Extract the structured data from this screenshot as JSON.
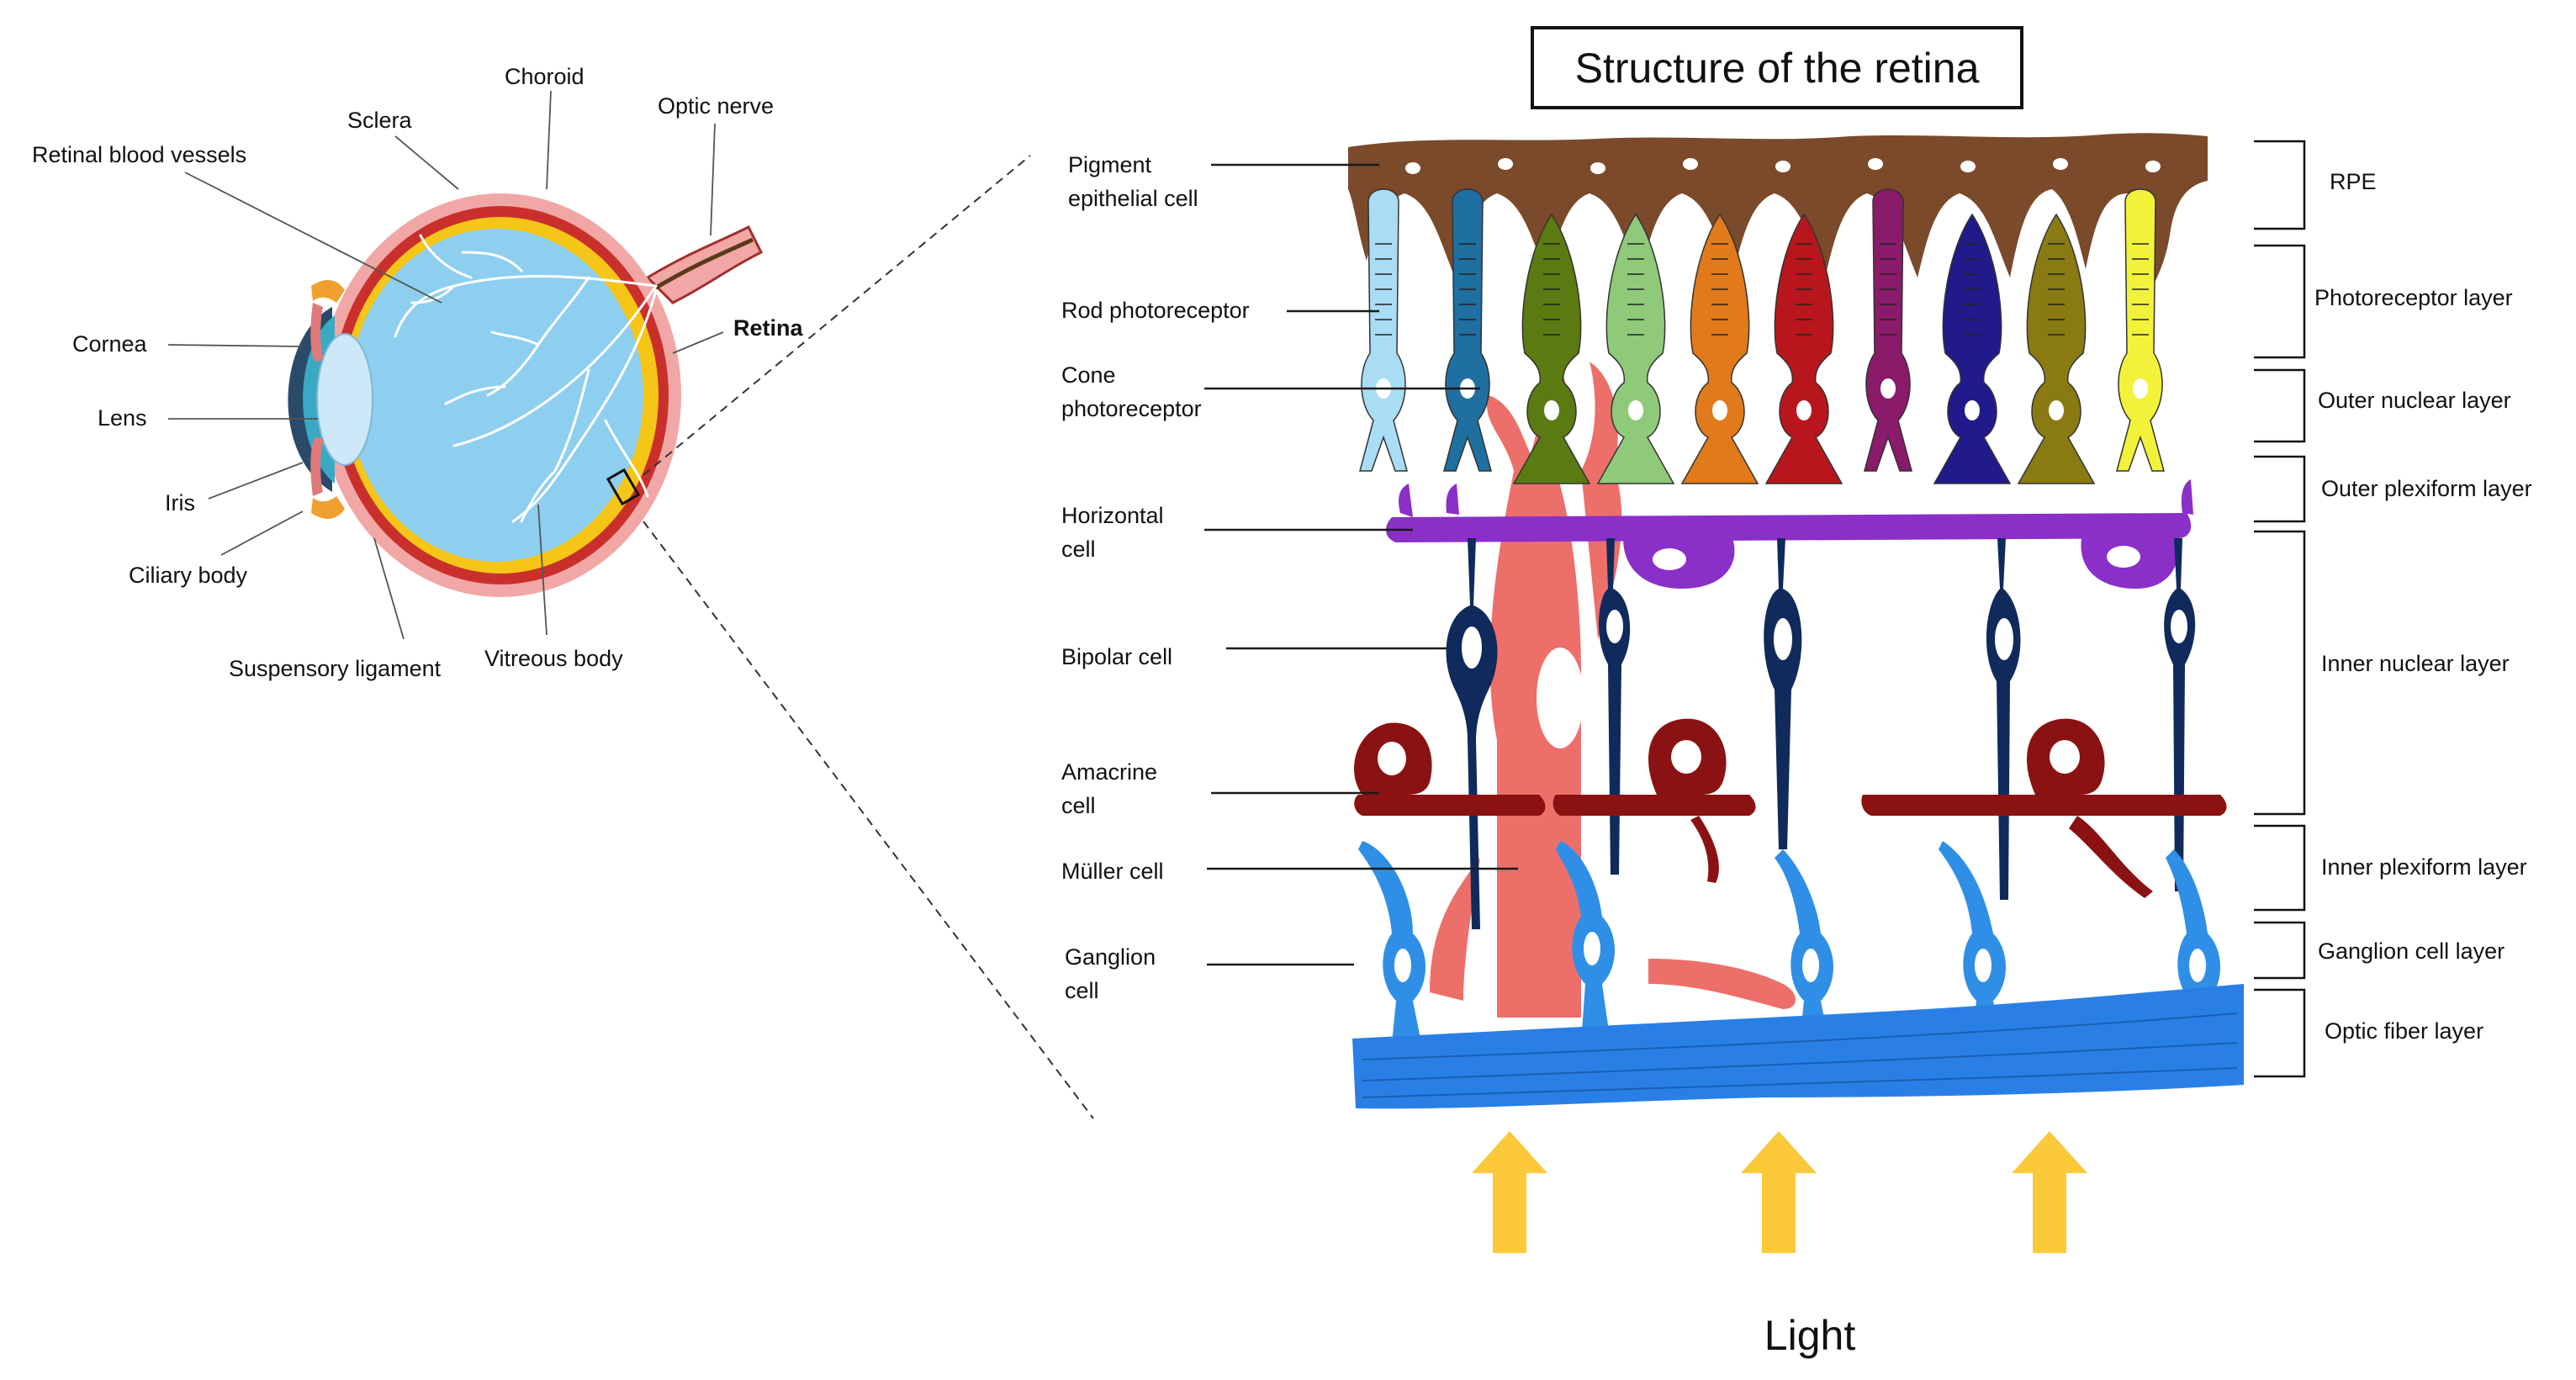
{
  "eye_labels": {
    "choroid": "Choroid",
    "sclera": "Sclera",
    "optic_nerve": "Optic nerve",
    "retinal_blood_vessels": "Retinal blood vessels",
    "retina": "Retina",
    "cornea": "Cornea",
    "lens": "Lens",
    "iris": "Iris",
    "ciliary_body": "Ciliary body",
    "suspensory_ligament": "Suspensory ligament",
    "vitreous_body": "Vitreous body"
  },
  "retina": {
    "title": "Structure of the retina",
    "cells": {
      "pigment_1": "Pigment",
      "pigment_2": "epithelial cell",
      "rod": "Rod photoreceptor",
      "cone_1": "Cone",
      "cone_2": "photoreceptor",
      "horizontal_1": "Horizontal",
      "horizontal_2": "cell",
      "bipolar": "Bipolar cell",
      "amacrine_1": "Amacrine",
      "amacrine_2": "cell",
      "muller": "Müller cell",
      "ganglion_1": "Ganglion",
      "ganglion_2": "cell"
    },
    "layers": {
      "rpe": "RPE",
      "photoreceptor": "Photoreceptor layer",
      "outer_nuclear": "Outer nuclear layer",
      "outer_plexiform": "Outer plexiform layer",
      "inner_nuclear": "Inner nuclear layer",
      "inner_plexiform": "Inner plexiform layer",
      "ganglion": "Ganglion cell layer",
      "optic_fiber": "Optic fiber layer"
    },
    "light": "Light"
  },
  "colors": {
    "vitreous": "#8ecff0",
    "sclera": "#f2a7a7",
    "choroid": "#c9302c",
    "retina": "#f5c518",
    "rpe": "#7a4a2a",
    "horizontal": "#8a2fc8",
    "bipolar": "#102a5c",
    "amacrine": "#8a1212",
    "muller": "#ec6f6a",
    "ganglion": "#2f8fe6",
    "optic_fiber": "#2a7fe6",
    "light_arrow": "#fbc93a"
  },
  "photoreceptor_colors": [
    "#a9dcf5",
    "#1f6fa0",
    "#5a7a12",
    "#8fc97a",
    "#e07a1a",
    "#b8161c",
    "#8a1a6a",
    "#201a8a",
    "#8a7a12",
    "#f2f23a"
  ]
}
